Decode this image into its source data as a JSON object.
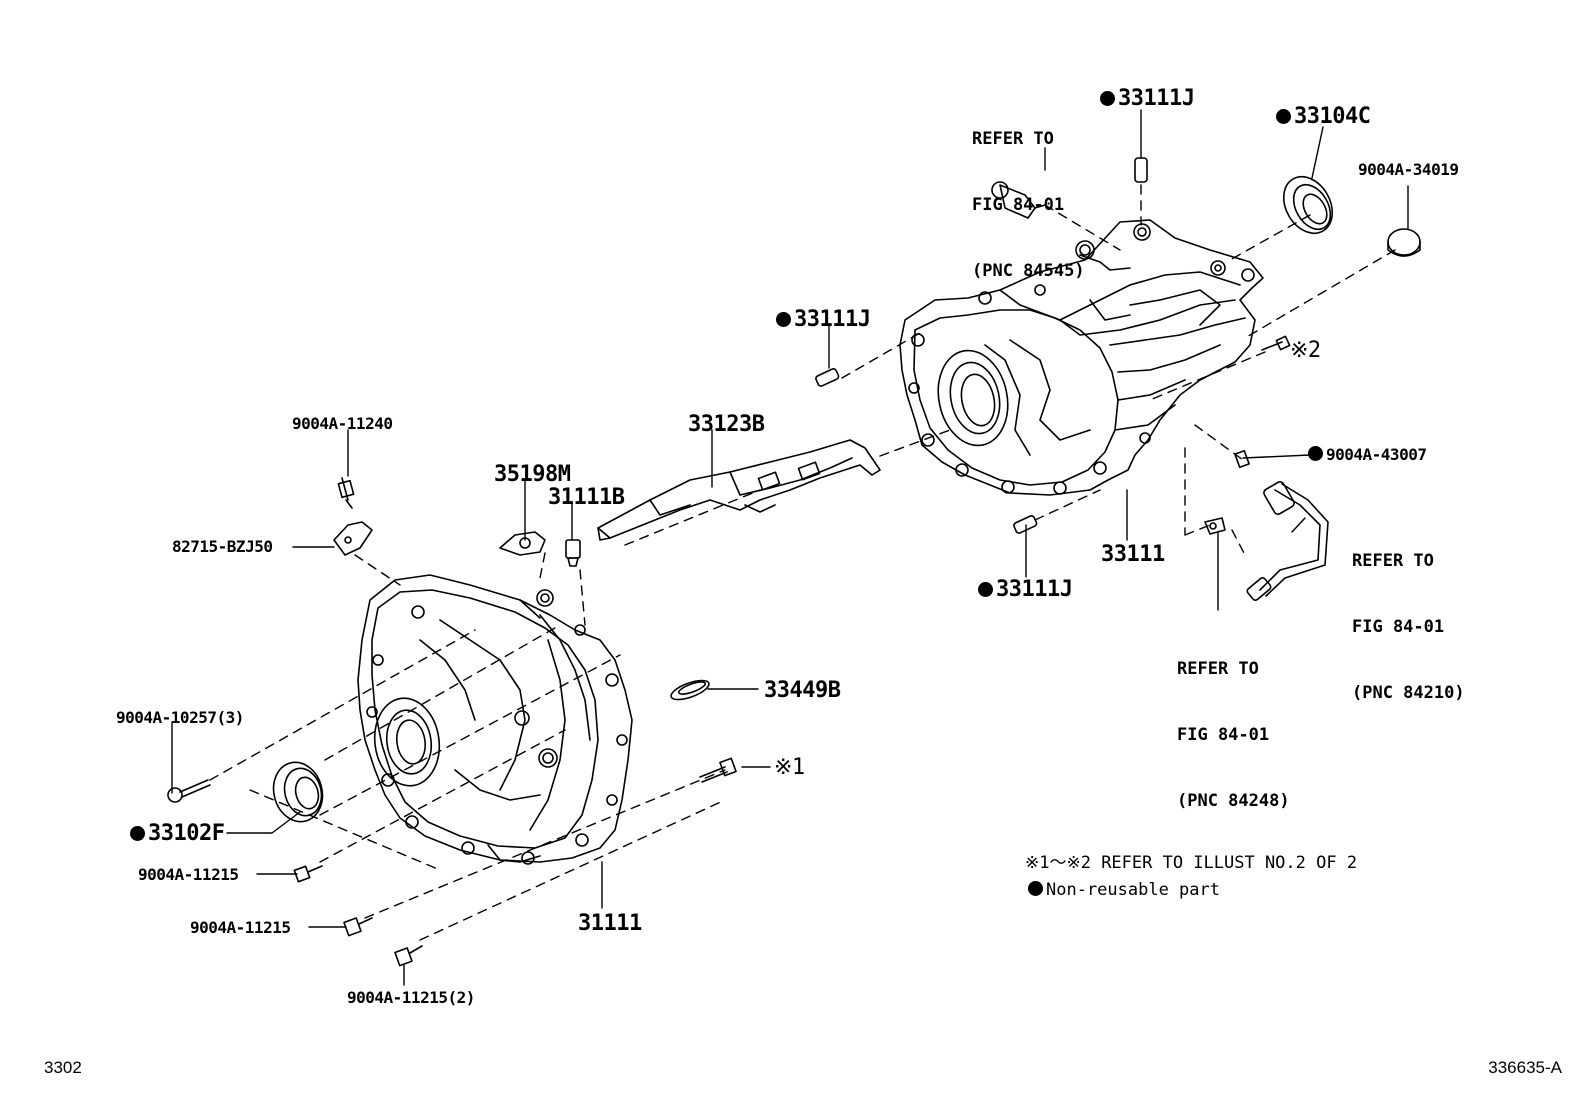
{
  "labels": {
    "p33111J_top": "33111J",
    "p33104C": "33104C",
    "p9004A_34019": "9004A-34019",
    "p33111J_mid": "33111J",
    "p_note2": "※2",
    "p9004A_43007": "9004A-43007",
    "p33111": "33111",
    "p33111J_bot": "33111J",
    "p33123B": "33123B",
    "p9004A_11240": "9004A-11240",
    "p35198M": "35198M",
    "p31111B": "31111B",
    "p82715": "82715-BZJ50",
    "p33449B": "33449B",
    "p9004A_10257": "9004A-10257(3)",
    "p_note1": "※1",
    "p33102F": "33102F",
    "p9004A_11215_a": "9004A-11215",
    "p9004A_11215_b": "9004A-11215",
    "p31111": "31111",
    "p9004A_11215_2": "9004A-11215(2)"
  },
  "refers": {
    "r84545": [
      "REFER TO",
      "FIG 84-01",
      "(PNC 84545)"
    ],
    "r84210": [
      "REFER TO",
      "FIG 84-01",
      "(PNC 84210)"
    ],
    "r84248": [
      "REFER TO",
      "FIG 84-01",
      "(PNC 84248)"
    ]
  },
  "legend": {
    "note_line": "※1～※2  REFER TO ILLUST NO.2 OF 2",
    "non_reusable": "Non-reusable part"
  },
  "footer": {
    "left_code": "3302",
    "right_code": "336635-A"
  }
}
